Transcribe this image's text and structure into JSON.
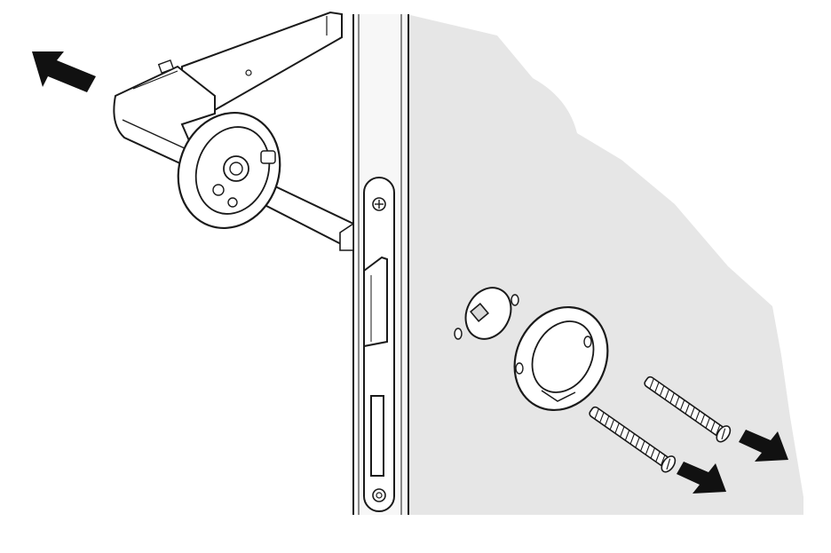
{
  "diagram": {
    "subject": "door-handle-removal",
    "colors": {
      "background": "#ffffff",
      "door_fill": "#e6e6e6",
      "edge_fill": "#f7f7f7",
      "stroke": "#1a1a1a",
      "arrow_fill": "#111111",
      "part_fill": "#ffffff",
      "hole_fill": "#d9d9d9"
    },
    "arrows": [
      {
        "name": "handle-pull-arrow",
        "direction": "up-left"
      },
      {
        "name": "screw-remove-arrow-1",
        "direction": "down-right"
      },
      {
        "name": "screw-remove-arrow-2",
        "direction": "down-right"
      }
    ],
    "parts": [
      {
        "name": "lever-handle"
      },
      {
        "name": "square-spindle"
      },
      {
        "name": "handle-rosette"
      },
      {
        "name": "door-edge-lock-faceplate"
      },
      {
        "name": "latch-bolt"
      },
      {
        "name": "strike-slot"
      },
      {
        "name": "spindle-hole"
      },
      {
        "name": "back-rosette"
      },
      {
        "name": "mounting-screw-1"
      },
      {
        "name": "mounting-screw-2"
      }
    ]
  }
}
